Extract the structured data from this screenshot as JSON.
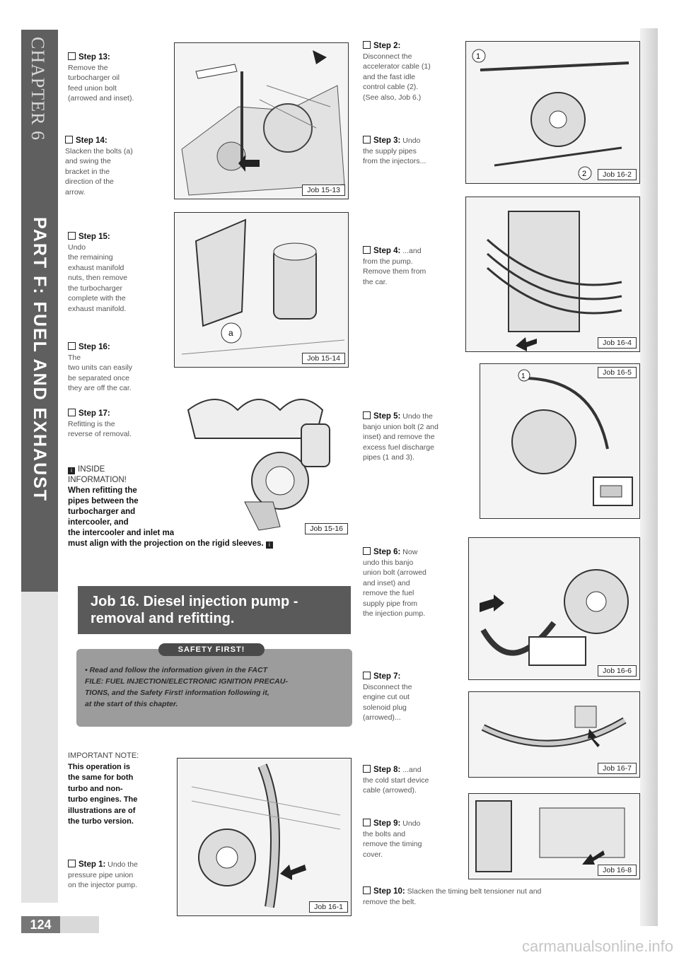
{
  "sidebar": {
    "chapter": "CHAPTER 6",
    "part": "PART F: FUEL AND EXHAUST"
  },
  "steps_left": [
    {
      "title": "Step 13:",
      "text": "Remove the\nturbocharger oil\nfeed union bolt\n(arrowed and inset)."
    },
    {
      "title": "Step 14:",
      "text": "Slacken the bolts (a)\nand swing the\nbracket in the\ndirection of the\narrow."
    },
    {
      "title": "Step 15:",
      "text": "Undo\nthe remaining\nexhaust manifold\nnuts, then remove\nthe turbocharger\ncomplete with the\nexhaust manifold."
    },
    {
      "title": "Step 16:",
      "text": "The\ntwo units can easily\nbe separated once\nthey are off the car."
    },
    {
      "title": "Step 17:",
      "text": "Refitting is the\nreverse of removal."
    }
  ],
  "inside_info": {
    "icon": "i",
    "label": "INSIDE\nINFORMATION!",
    "text": "When refitting the\npipes between the\nturbocharger and\nintercooler, and\nthe intercooler and inlet manifold, the reference marks\nmust align with the projection on the rigid sleeves."
  },
  "job_heading": "Job 16. Diesel injection pump -\nremoval and refitting.",
  "safety": {
    "title": "SAFETY FIRST!",
    "text": "• Read and follow the information given in the FACT\nFILE: FUEL INJECTION/ELECTRONIC IGNITION PRECAU-\nTIONS, and the Safety First! information following it,\nat the start of this chapter."
  },
  "important_note": {
    "lead": "IMPORTANT NOTE:",
    "text": "This operation is\nthe same for both\nturbo and non-\nturbo engines. The\nillustrations are of\nthe turbo version."
  },
  "step1": {
    "title": "Step 1:",
    "text": "Undo the\npressure pipe union\non the injector pump."
  },
  "steps_right": [
    {
      "title": "Step 2:",
      "text": "Disconnect the\naccelerator cable (1)\nand the fast idle\ncontrol cable (2).\n(See also, Job 6.)"
    },
    {
      "title": "Step 3:",
      "text": "Undo\nthe supply pipes\nfrom the injectors..."
    },
    {
      "title": "Step 4:",
      "text": "...and\nfrom the pump.\nRemove them from\nthe car."
    },
    {
      "title": "Step 5:",
      "text": "Undo the\nbanjo union bolt (2 and\ninset) and remove the\nexcess fuel discharge\npipes (1 and 3)."
    },
    {
      "title": "Step 6:",
      "text": "Now\nundo this banjo\nunion bolt (arrowed\nand inset) and\nremove the fuel\nsupply pipe from\nthe injection pump."
    },
    {
      "title": "Step 7:",
      "text": "Disconnect the\nengine cut out\nsolenoid plug\n(arrowed)..."
    },
    {
      "title": "Step 8:",
      "text": "...and\nthe cold start device\ncable (arrowed)."
    },
    {
      "title": "Step 9:",
      "text": "Undo\nthe bolts and\nremove the timing\ncover."
    },
    {
      "title": "Step 10:",
      "text": "Slacken the timing belt tensioner nut and\nremove the belt."
    }
  ],
  "figures": {
    "f1513": "Job 15-13",
    "f1514": "Job 15-14",
    "f1516": "Job 15-16",
    "f161": "Job 16-1",
    "f162": "Job 16-2",
    "f164": "Job 16-4",
    "f165": "Job 16-5",
    "f166": "Job 16-6",
    "f167": "Job 16-7",
    "f168": "Job 16-8"
  },
  "page_number": "124",
  "footer": "carmanualsonline.info"
}
